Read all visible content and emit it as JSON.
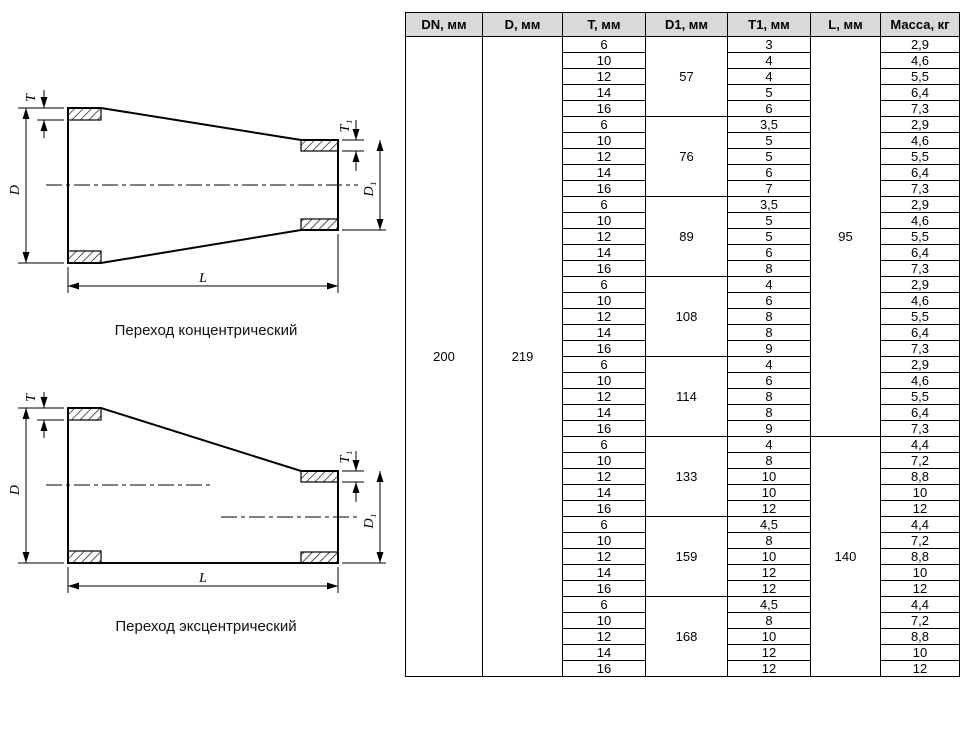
{
  "page": {
    "background": "#ffffff",
    "header_bg": "#d9d9d9"
  },
  "figures": {
    "concentric": {
      "caption": "Переход концентрический",
      "labels": {
        "t": "T",
        "d": "D",
        "t1": "T₁",
        "d1": "D₁",
        "l": "L"
      }
    },
    "eccentric": {
      "caption": "Переход эксцентрический",
      "labels": {
        "t": "T",
        "d": "D",
        "t1": "T₁",
        "d1": "D₁",
        "l": "L"
      }
    }
  },
  "chart_data": {
    "type": "table",
    "headers": [
      "DN, мм",
      "D, мм",
      "T, мм",
      "D1, мм",
      "T1, мм",
      "L, мм",
      "Масса, кг"
    ],
    "dn": "200",
    "d": "219",
    "groups": [
      {
        "d1": "57",
        "l": "95",
        "rows": [
          [
            "6",
            "3",
            "2,9"
          ],
          [
            "10",
            "4",
            "4,6"
          ],
          [
            "12",
            "4",
            "5,5"
          ],
          [
            "14",
            "5",
            "6,4"
          ],
          [
            "16",
            "6",
            "7,3"
          ]
        ]
      },
      {
        "d1": "76",
        "l": "95",
        "rows": [
          [
            "6",
            "3,5",
            "2,9"
          ],
          [
            "10",
            "5",
            "4,6"
          ],
          [
            "12",
            "5",
            "5,5"
          ],
          [
            "14",
            "6",
            "6,4"
          ],
          [
            "16",
            "7",
            "7,3"
          ]
        ]
      },
      {
        "d1": "89",
        "l": "95",
        "rows": [
          [
            "6",
            "3,5",
            "2,9"
          ],
          [
            "10",
            "5",
            "4,6"
          ],
          [
            "12",
            "5",
            "5,5"
          ],
          [
            "14",
            "6",
            "6,4"
          ],
          [
            "16",
            "8",
            "7,3"
          ]
        ]
      },
      {
        "d1": "108",
        "l": "95",
        "rows": [
          [
            "6",
            "4",
            "2,9"
          ],
          [
            "10",
            "6",
            "4,6"
          ],
          [
            "12",
            "8",
            "5,5"
          ],
          [
            "14",
            "8",
            "6,4"
          ],
          [
            "16",
            "9",
            "7,3"
          ]
        ]
      },
      {
        "d1": "114",
        "l": "95",
        "rows": [
          [
            "6",
            "4",
            "2,9"
          ],
          [
            "10",
            "6",
            "4,6"
          ],
          [
            "12",
            "8",
            "5,5"
          ],
          [
            "14",
            "8",
            "6,4"
          ],
          [
            "16",
            "9",
            "7,3"
          ]
        ]
      },
      {
        "d1": "133",
        "l": "140",
        "rows": [
          [
            "6",
            "4",
            "4,4"
          ],
          [
            "10",
            "8",
            "7,2"
          ],
          [
            "12",
            "10",
            "8,8"
          ],
          [
            "14",
            "10",
            "10"
          ],
          [
            "16",
            "12",
            "12"
          ]
        ]
      },
      {
        "d1": "159",
        "l": "140",
        "rows": [
          [
            "6",
            "4,5",
            "4,4"
          ],
          [
            "10",
            "8",
            "7,2"
          ],
          [
            "12",
            "10",
            "8,8"
          ],
          [
            "14",
            "12",
            "10"
          ],
          [
            "16",
            "12",
            "12"
          ]
        ]
      },
      {
        "d1": "168",
        "l": "140",
        "rows": [
          [
            "6",
            "4,5",
            "4,4"
          ],
          [
            "10",
            "8",
            "7,2"
          ],
          [
            "12",
            "10",
            "8,8"
          ],
          [
            "14",
            "12",
            "10"
          ],
          [
            "16",
            "12",
            "12"
          ]
        ]
      }
    ]
  }
}
